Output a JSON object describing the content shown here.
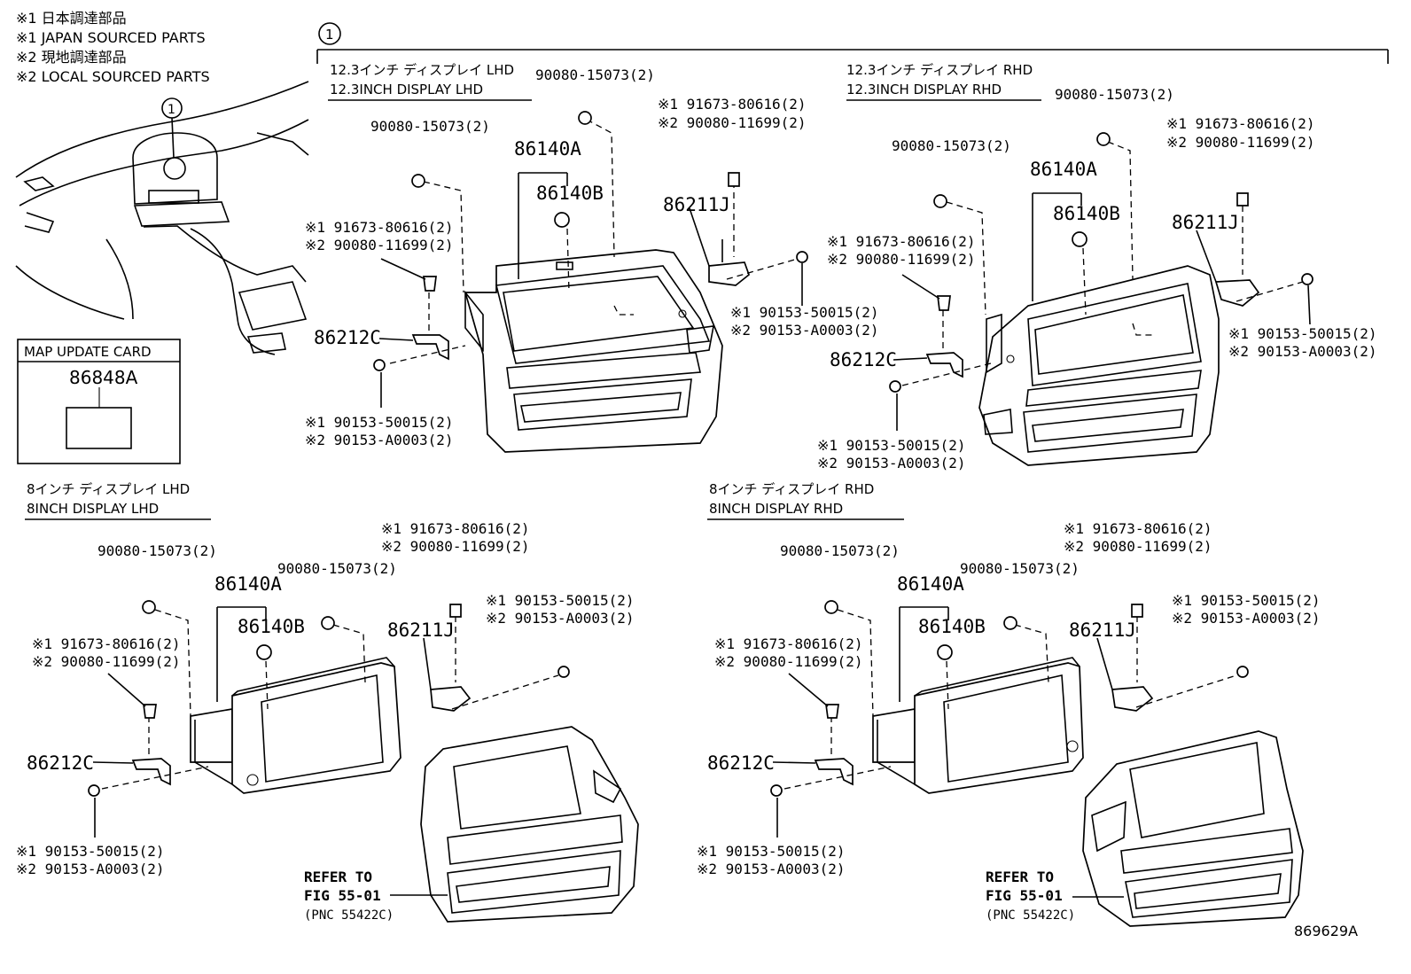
{
  "notes": {
    "n1": "※1 日本調達部品",
    "n2": "※1 JAPAN SOURCED PARTS",
    "n3": "※2 現地調達部品",
    "n4": "※2 LOCAL SOURCED PARTS"
  },
  "callout": "1",
  "map_card": {
    "title": "MAP UPDATE CARD",
    "part": "86848A"
  },
  "sections": {
    "s123_lhd": {
      "title_jp": "12.3インチ ディスプレイ LHD",
      "title_en": "12.3INCH DISPLAY  LHD"
    },
    "s123_rhd": {
      "title_jp": "12.3インチ ディスプレイ RHD",
      "title_en": "12.3INCH DISPLAY  RHD"
    },
    "s8_lhd": {
      "title_jp": "8インチ ディスプレイ LHD",
      "title_en": "8INCH DISPLAY  LHD"
    },
    "s8_rhd": {
      "title_jp": "8インチ ディスプレイ RHD",
      "title_en": "8INCH DISPLAY  RHD"
    }
  },
  "parts": {
    "p_15073": "90080-15073(2)",
    "p_86140A": "86140A",
    "p_86140B": "86140B",
    "p_86211J": "86211J",
    "p_86212C": "86212C",
    "s1_80616": "※1 91673-80616(2)",
    "s2_11699": "※2 90080-11699(2)",
    "s1_50015": "※1 90153-50015(2)",
    "s2_A0003": "※2 90153-A0003(2)"
  },
  "refer": {
    "l1": "REFER TO",
    "l2": "FIG 55-01",
    "l3": "(PNC 55422C)"
  },
  "diagram_id": "869629A"
}
